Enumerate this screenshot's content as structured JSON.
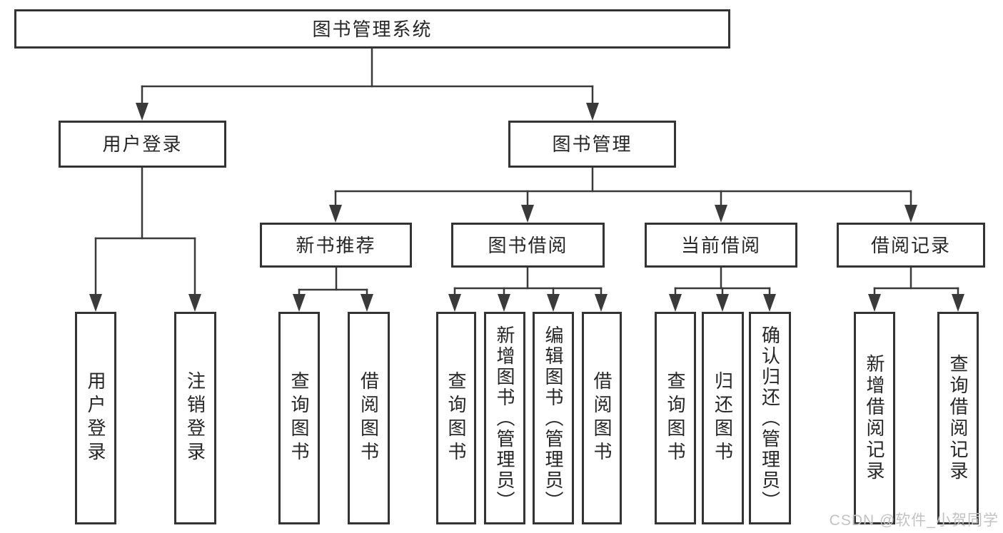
{
  "diagram": {
    "root": {
      "label": "图书管理系统"
    },
    "branches": {
      "user_login": {
        "label": "用户登录",
        "children": {
          "login": {
            "label": "用户登录"
          },
          "logout": {
            "label": "注销登录"
          }
        }
      },
      "book_management": {
        "label": "图书管理",
        "children": {
          "new_book_recommend": {
            "label": "新书推荐",
            "children": {
              "query_books": {
                "label": "查询图书"
              },
              "borrow_books": {
                "label": "借阅图书"
              }
            }
          },
          "book_borrow": {
            "label": "图书借阅",
            "children": {
              "query_books": {
                "label": "查询图书"
              },
              "add_books": {
                "label": "新增图书（管理员）"
              },
              "edit_books": {
                "label": "编辑图书（管理员）"
              },
              "borrow_books": {
                "label": "借阅图书"
              }
            }
          },
          "current_borrow": {
            "label": "当前借阅",
            "children": {
              "query_books": {
                "label": "查询图书"
              },
              "return_books": {
                "label": "归还图书"
              },
              "confirm_return": {
                "label": "确认归还（管理员）"
              }
            }
          },
          "borrow_records": {
            "label": "借阅记录",
            "children": {
              "add_record": {
                "label": "新增借阅记录"
              },
              "query_record": {
                "label": "查询借阅记录"
              }
            }
          }
        }
      }
    }
  },
  "watermark": {
    "text": "CSDN @软件_小贺同学"
  },
  "colors": {
    "line": "#3a3a3a",
    "box_border": "#333333",
    "box_background": "#ffffff",
    "text": "#262626",
    "watermark": "#c2c2c2",
    "page_background": "#ffffff"
  }
}
